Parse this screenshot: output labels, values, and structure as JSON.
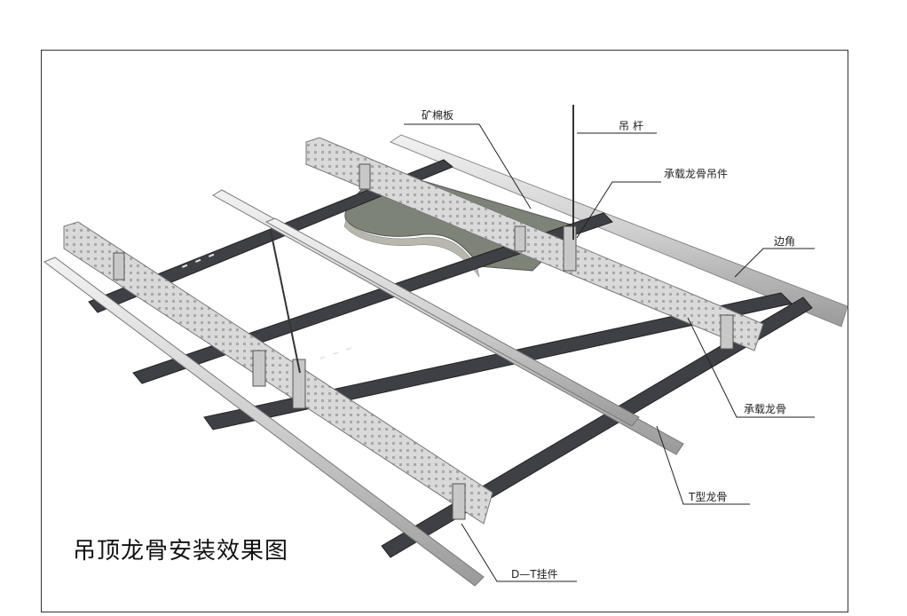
{
  "diagram": {
    "caption": "吊顶龙骨安装效果图",
    "labels": {
      "mineral_board": "矿棉板",
      "hanger_rod": "吊 杆",
      "main_runner_hanger": "承载龙骨吊件",
      "edge_angle": "边角",
      "main_runner": "承载龙骨",
      "t_runner": "T型龙骨",
      "dt_clip": "D—T挂件"
    }
  }
}
